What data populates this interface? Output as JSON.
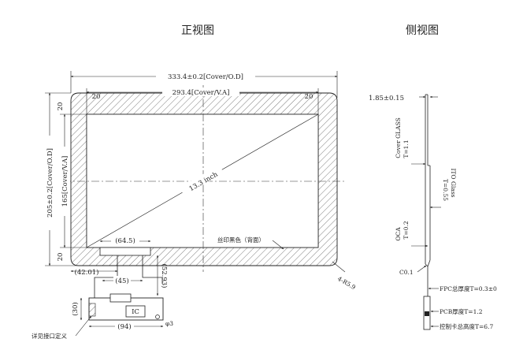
{
  "titles": {
    "front": "正视图",
    "side": "侧视图"
  },
  "front": {
    "cover_od_width": "333.4±0.2[Cover/O.D]",
    "cover_va_width": "293.4[Cover/V.A]",
    "border_top_left": "20",
    "border_top_right": "20",
    "border_left_top": "20",
    "border_left_bottom": "20",
    "cover_od_height": "205±0.2[Cover/O.D]",
    "cover_va_height": "165[Cover/V.A]",
    "diagonal": "13.3 inch",
    "fpc_offset_top": "(64.5)",
    "silk_print": "丝印黑色（背面）",
    "corner_radius": "4-R5.9",
    "fpc_offset_left": "(42.01)",
    "fpc_width": "(45)",
    "fpc_length": "(52.93)",
    "tail_height": "(30)",
    "tail_width": "(94)",
    "ic_label": "IC",
    "hole_label": "φ3",
    "interface_note": "详见接口定义"
  },
  "side": {
    "total_thickness": "1.85±0.15",
    "cover_glass": "Cover GLASS",
    "cover_glass_t": "T=1.1",
    "ito_glass": "ITO Glass",
    "ito_glass_t": "T=0.55",
    "oca": "OCA",
    "oca_t": "T=0.2",
    "chamfer": "C0.1",
    "fpc_thickness": "FPC总厚度T=0.3±0",
    "pcb_thickness": "PCB厚度T=1.2",
    "connector_height": "控制卡总高度T=6.7"
  }
}
